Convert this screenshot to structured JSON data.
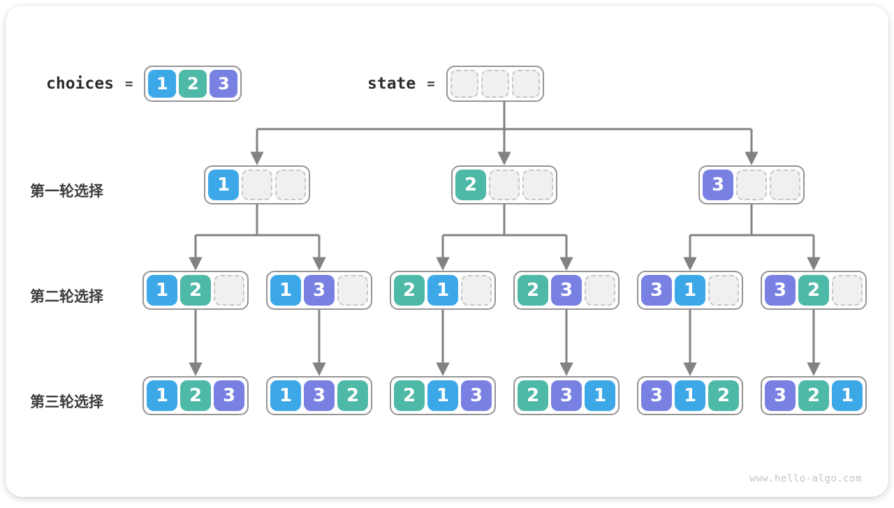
{
  "page": {
    "watermark": "www.hello-algo.com"
  },
  "colors": {
    "1": "#3DA8E8",
    "2": "#4FB9A8",
    "3": "#7880E2",
    "empty_fill": "#F0F0F0",
    "arrow": "#828282",
    "node_border": "#949494"
  },
  "header": {
    "choices_label": "choices",
    "equals": "=",
    "choices_cells": [
      "1",
      "2",
      "3"
    ],
    "state_label": "state",
    "state_cells": [
      "",
      "",
      ""
    ]
  },
  "rows": [
    {
      "label": "第一轮选择",
      "nodes": [
        [
          "1",
          "",
          ""
        ],
        [
          "2",
          "",
          ""
        ],
        [
          "3",
          "",
          ""
        ]
      ]
    },
    {
      "label": "第二轮选择",
      "nodes": [
        [
          "1",
          "2",
          ""
        ],
        [
          "1",
          "3",
          ""
        ],
        [
          "2",
          "1",
          ""
        ],
        [
          "2",
          "3",
          ""
        ],
        [
          "3",
          "1",
          ""
        ],
        [
          "3",
          "2",
          ""
        ]
      ]
    },
    {
      "label": "第三轮选择",
      "nodes": [
        [
          "1",
          "2",
          "3"
        ],
        [
          "1",
          "3",
          "2"
        ],
        [
          "2",
          "1",
          "3"
        ],
        [
          "2",
          "3",
          "1"
        ],
        [
          "3",
          "1",
          "2"
        ],
        [
          "3",
          "2",
          "1"
        ]
      ]
    }
  ]
}
